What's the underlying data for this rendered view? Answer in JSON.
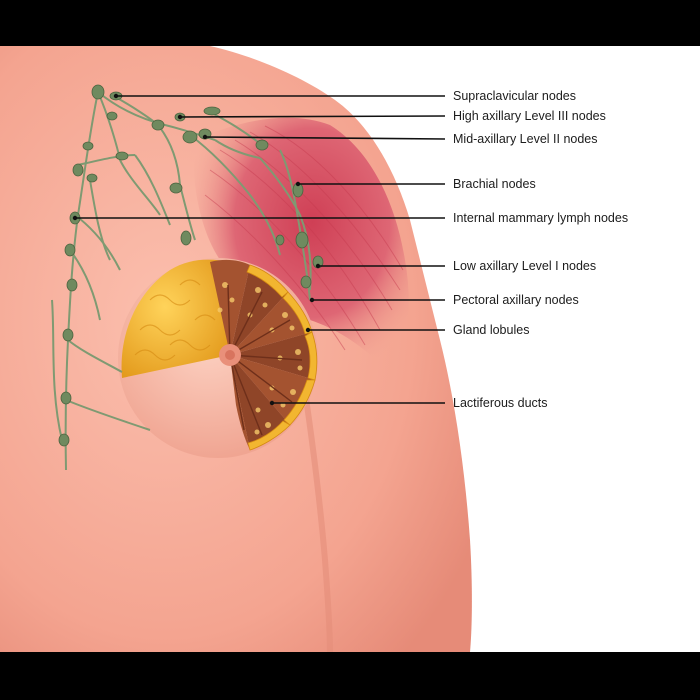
{
  "labels": {
    "supraclavicular": "Supraclavicular nodes",
    "high_axillary": "High axillary Level III nodes",
    "mid_axillary": "Mid-axillary Level II nodes",
    "brachial": "Brachial nodes",
    "internal_mammary": "Internal mammary lymph nodes",
    "low_axillary": "Low axillary Level I nodes",
    "pectoral_axillary": "Pectoral axillary nodes",
    "gland_lobules": "Gland lobules",
    "lactiferous_ducts": "Lactiferous ducts"
  },
  "colors": {
    "frame": "#000000",
    "background": "#ffffff",
    "skin": "#f4a896",
    "skin_shadow": "#e48d7a",
    "muscle": "#d9596b",
    "fat": "#f2b630",
    "gland": "#9a4b2c",
    "lymph_vessel": "#7f9a72",
    "lymph_node": "#6f8a5f",
    "leader_line": "#111111"
  }
}
